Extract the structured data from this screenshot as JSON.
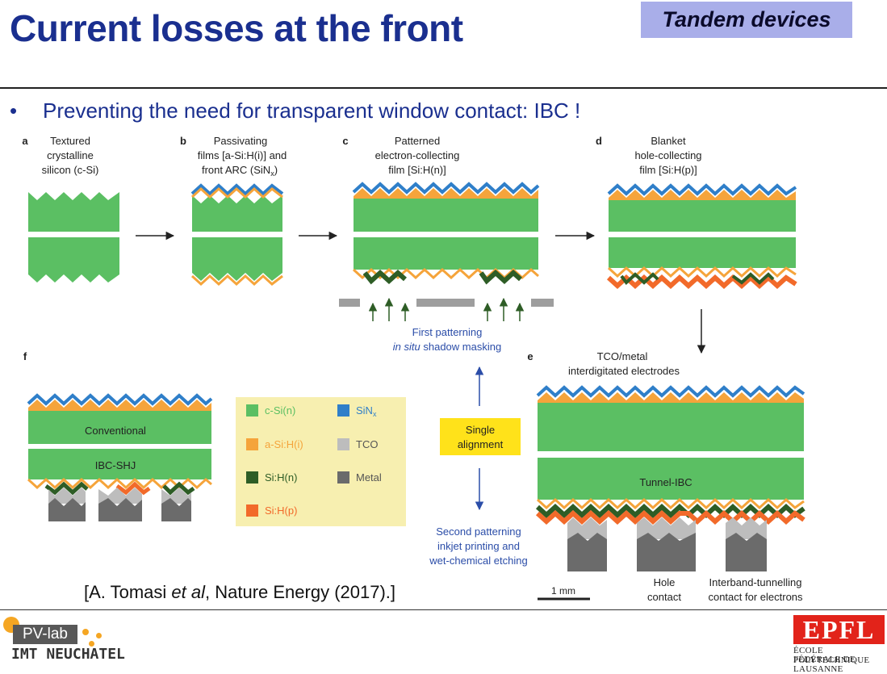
{
  "slide": {
    "title": "Current losses at the front",
    "topic": "Tandem devices",
    "bullet": "•",
    "bullet_text": "Preventing the need for transparent window contact: IBC !",
    "citation_pre": "[A. Tomasi ",
    "citation_em": "et al",
    "citation_post": ", Nature Energy (2017).]"
  },
  "figure": {
    "panels": {
      "a": {
        "letter": "a",
        "lines": [
          "Textured",
          "crystalline",
          "silicon (c-Si)"
        ]
      },
      "b": {
        "letter": "b",
        "lines": [
          "Passivating",
          "films [a-Si:H(i)] and",
          "front ARC (SiN",
          "x",
          ")"
        ]
      },
      "c": {
        "letter": "c",
        "lines": [
          "Patterned",
          "electron-collecting",
          "film [Si:H(n)]"
        ]
      },
      "d": {
        "letter": "d",
        "lines": [
          "Blanket",
          "hole-collecting",
          "film [Si:H(p)]"
        ]
      },
      "e": {
        "letter": "e",
        "lines": [
          "TCO/metal",
          "interdigitated electrodes"
        ]
      },
      "f": {
        "letter": "f"
      }
    },
    "first_patterning": [
      "First patterning",
      "in situ",
      " shadow masking"
    ],
    "single_alignment": [
      "Single",
      "alignment"
    ],
    "second_patterning": [
      "Second patterning",
      "inkjet printing and",
      "wet-chemical etching"
    ],
    "labels": {
      "conventional": "Conventional",
      "ibc_shj": "IBC-SHJ",
      "tunnel_ibc": "Tunnel-IBC",
      "hole_contact": [
        "Hole",
        "contact"
      ],
      "tunnel_contact": [
        "Interband-tunnelling",
        "contact for electrons"
      ],
      "scale": "1 mm"
    },
    "legend": [
      {
        "label": "c-Si(n)",
        "color": "#5bbf63"
      },
      {
        "label": "SiN",
        "sub": "x",
        "color": "#2f7fc9"
      },
      {
        "label": "a-Si:H(i)",
        "color": "#f5a43b"
      },
      {
        "label": "TCO",
        "color": "#bdbdbd"
      },
      {
        "label": "Si:H(n)",
        "color": "#2e5d26"
      },
      {
        "label": "Metal",
        "color": "#6b6b6b"
      },
      {
        "label": "Si:H(p)",
        "color": "#f26a2a"
      }
    ]
  },
  "footer": {
    "lab": "PV-lab",
    "institute": "IMT NEUCHATEL",
    "school_logo": "EPFL",
    "school_line1": "ÉCOLE POLYTECHNIQUE",
    "school_line2": "FÉDÉRALE DE LAUSANNE"
  },
  "colors": {
    "title": "#1a2f8f",
    "csi": "#5bbf63",
    "sinx": "#2f7fc9",
    "asi_i": "#f5a43b",
    "tco": "#bdbdbd",
    "sih_n": "#2e5d26",
    "metal": "#6b6b6b",
    "sih_p": "#f26a2a",
    "legend_bg": "#f7efb0",
    "alignment_bg": "#ffe21a",
    "blue_text": "#2b4da8",
    "epfl_red": "#e2231a",
    "pvlab_orange": "#f5a623"
  }
}
